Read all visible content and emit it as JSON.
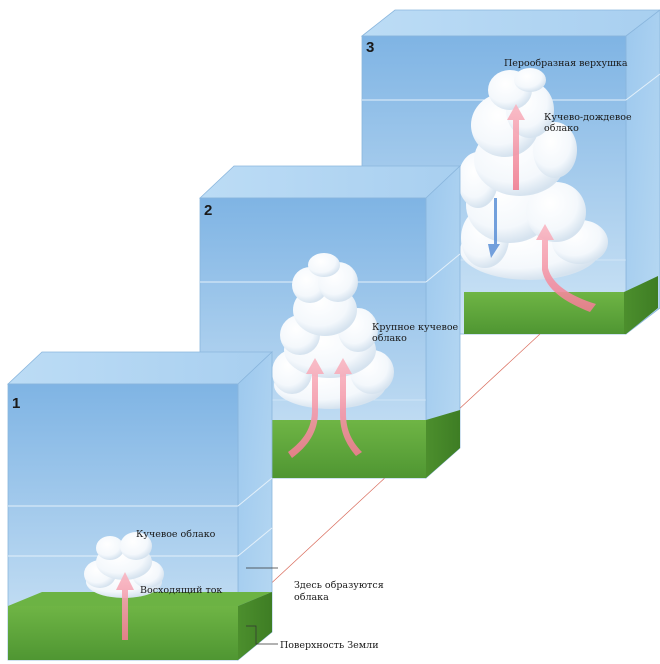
{
  "stages": [
    {
      "number": "1",
      "labels": {
        "cloud": "Кучевое облако",
        "updraft": "Восходящий ток",
        "formation_line1": "Здесь образуются",
        "formation_line2": "облака",
        "surface": "Поверхность Земли"
      }
    },
    {
      "number": "2",
      "labels": {
        "cloud_line1": "Крупное кучевое",
        "cloud_line2": "облако"
      }
    },
    {
      "number": "3",
      "labels": {
        "anvil": "Перообразная верхушка",
        "cloud_line1": "Кучево-дождевое",
        "cloud_line2": "облако"
      }
    }
  ],
  "colors": {
    "sky_top": "#7fb6e6",
    "sky_bottom": "#c9e2f5",
    "ground": "#5aa13a",
    "updraft_arrow": "#f08a9a",
    "downdraft_arrow": "#5b8fd6",
    "leader_line": "#d96a5a"
  }
}
